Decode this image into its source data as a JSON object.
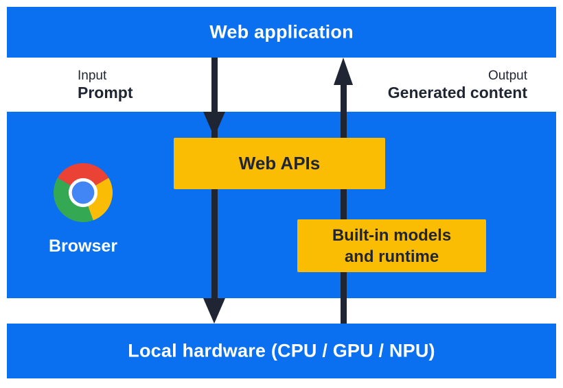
{
  "diagram": {
    "title": "Built-in AI architecture diagram"
  },
  "layers": {
    "web_application": "Web application",
    "browser": "Browser",
    "local_hardware": "Local hardware (CPU / GPU / NPU)"
  },
  "io": {
    "input_label": "Input",
    "input_value": "Prompt",
    "output_label": "Output",
    "output_value": "Generated content"
  },
  "boxes": {
    "web_apis": "Web APIs",
    "builtin_line1": "Built-in models",
    "builtin_line2": "and runtime"
  },
  "icons": {
    "chrome": "chrome-browser-logo"
  },
  "colors": {
    "layer_blue": "#0B70F0",
    "box_yellow": "#FBBC04",
    "ink_dark": "#1F2533",
    "text_white": "#FFFFFF",
    "chrome_red": "#EA4335",
    "chrome_yellow": "#FBBC05",
    "chrome_green": "#34A853",
    "chrome_blue": "#4285F4"
  }
}
